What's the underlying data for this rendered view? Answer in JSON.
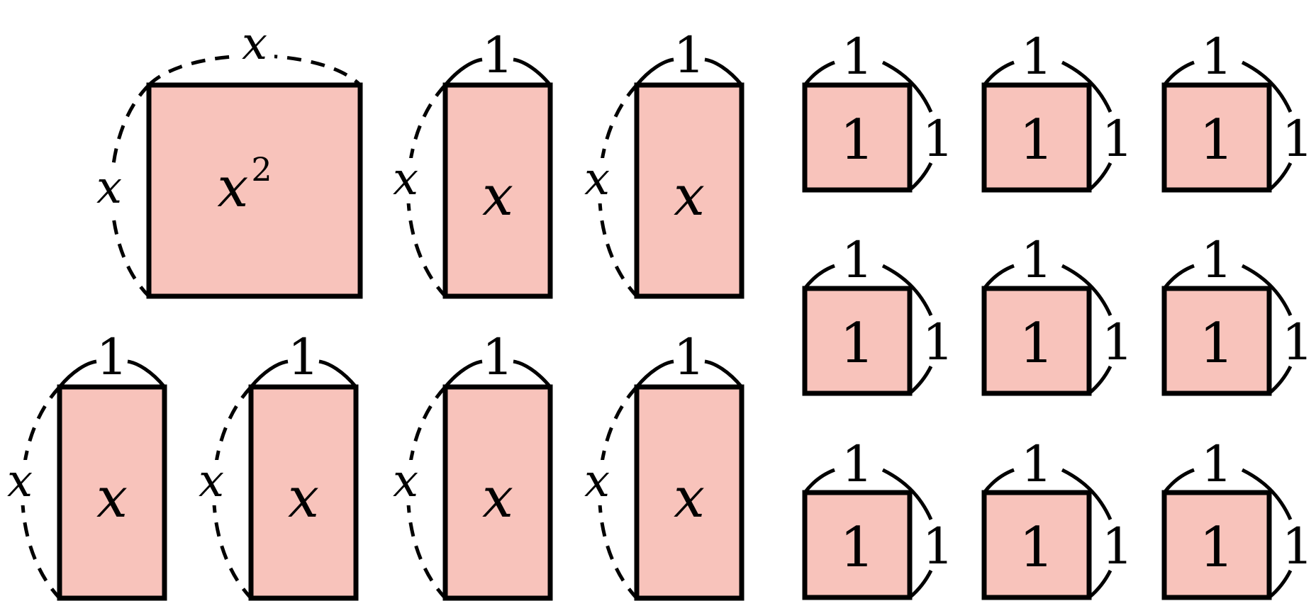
{
  "colors": {
    "tile_fill": "#f8c3bb",
    "outline": "#000000",
    "background": "#ffffff"
  },
  "tiles": {
    "x_squared": {
      "label_var": "x",
      "label_exp": "2",
      "side_top": "x",
      "side_left": "x",
      "count": 1
    },
    "x_rect": {
      "label": "x",
      "side_top": "1",
      "side_left": "x",
      "count": 6
    },
    "unit_square": {
      "label": "1",
      "side_top": "1",
      "side_right": "1",
      "count": 9
    }
  }
}
